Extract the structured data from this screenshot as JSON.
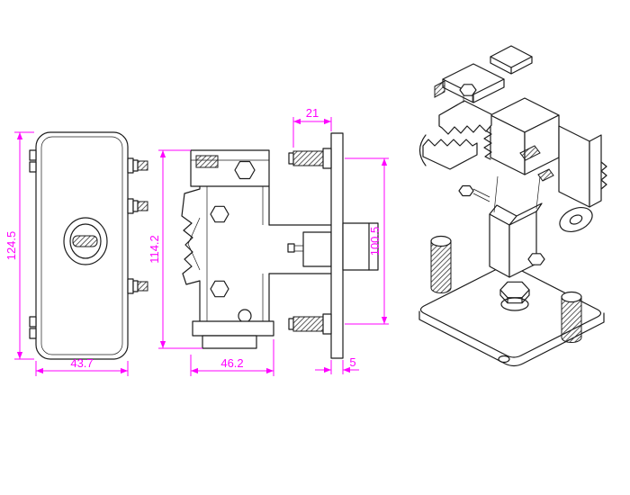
{
  "colors": {
    "dimension": "#ff00ff",
    "line": "#1c1c1c",
    "background": "#ffffff"
  },
  "dimensions": {
    "front_height": "124.5",
    "front_width": "43.7",
    "side_height": "114.2",
    "side_width": "46.2",
    "bolt_length": "21",
    "mount_span": "100.5",
    "plate_thickness": "5"
  }
}
